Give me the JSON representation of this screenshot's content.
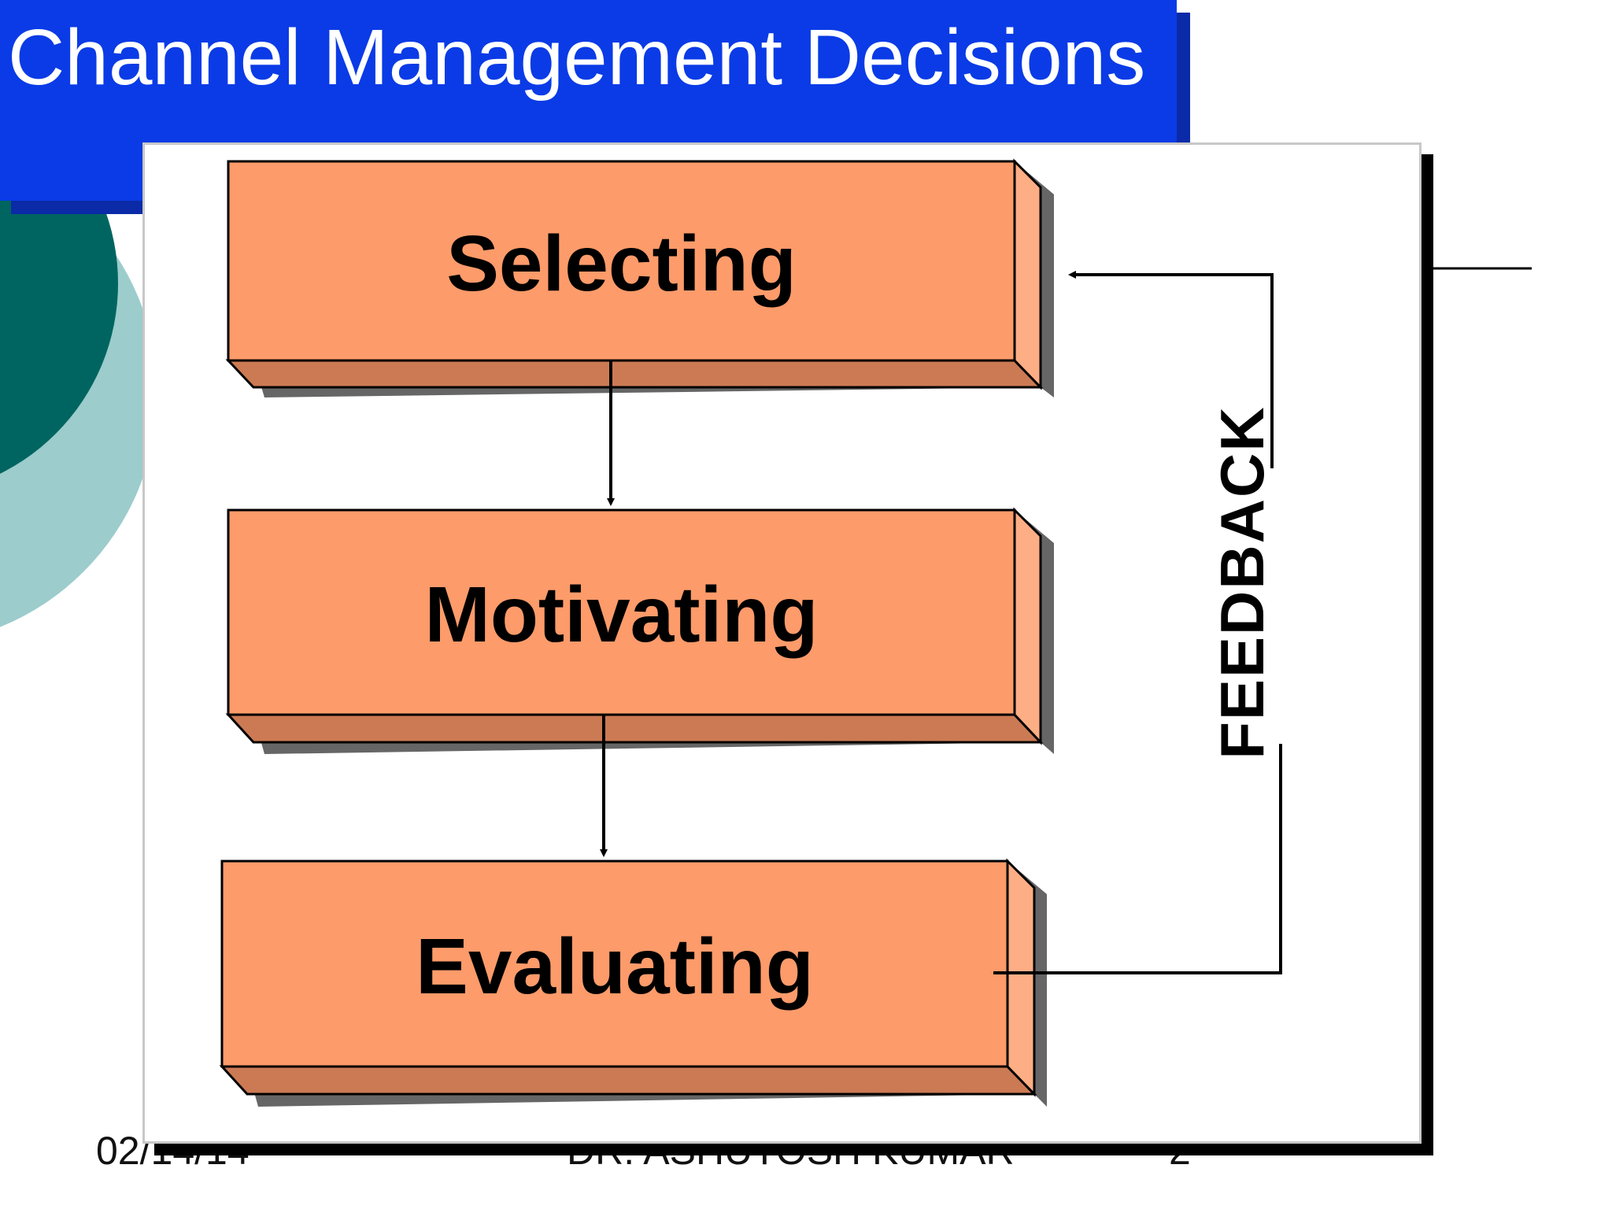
{
  "slide": {
    "title": "Channel Management Decisions",
    "footer": {
      "date": "02/14/14",
      "author": "DR. ASHUTOSH KUMAR",
      "page": "2"
    }
  },
  "diagram": {
    "steps": [
      {
        "label": "Selecting"
      },
      {
        "label": "Motivating"
      },
      {
        "label": "Evaluating"
      }
    ],
    "feedback_label": "FEEDBACK"
  },
  "colors": {
    "title_banner": "#0a3be6",
    "box_front": "#fd9b6a",
    "box_bottom": "#cc7a54",
    "box_side": "#feae85",
    "decor_dark_teal": "#006560",
    "decor_light_teal": "#9ccccc"
  }
}
